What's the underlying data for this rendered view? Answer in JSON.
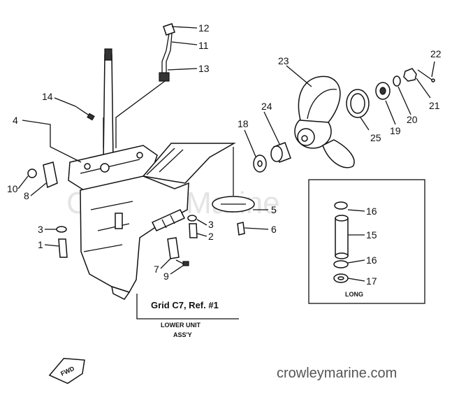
{
  "callouts": [
    {
      "id": "12",
      "label": "12"
    },
    {
      "id": "11",
      "label": "11"
    },
    {
      "id": "13",
      "label": "13"
    },
    {
      "id": "14",
      "label": "14"
    },
    {
      "id": "4",
      "label": "4"
    },
    {
      "id": "10",
      "label": "10"
    },
    {
      "id": "8",
      "label": "8"
    },
    {
      "id": "3a",
      "label": "3"
    },
    {
      "id": "1",
      "label": "1"
    },
    {
      "id": "3b",
      "label": "3"
    },
    {
      "id": "2",
      "label": "2"
    },
    {
      "id": "7",
      "label": "7"
    },
    {
      "id": "9",
      "label": "9"
    },
    {
      "id": "18",
      "label": "18"
    },
    {
      "id": "24",
      "label": "24"
    },
    {
      "id": "23",
      "label": "23"
    },
    {
      "id": "25",
      "label": "25"
    },
    {
      "id": "19",
      "label": "19"
    },
    {
      "id": "20",
      "label": "20"
    },
    {
      "id": "21",
      "label": "21"
    },
    {
      "id": "22",
      "label": "22"
    },
    {
      "id": "5",
      "label": "5"
    },
    {
      "id": "6",
      "label": "6"
    },
    {
      "id": "16a",
      "label": "16"
    },
    {
      "id": "15",
      "label": "15"
    },
    {
      "id": "16b",
      "label": "16"
    },
    {
      "id": "17",
      "label": "17"
    }
  ],
  "inset_label": "LONG",
  "reference": {
    "line1": "Grid C7, Ref. #1",
    "line2": "LOWER UNIT",
    "line3": "ASS'Y"
  },
  "fwd_label": "FWD",
  "watermark": "Crowley Marine",
  "site": "crowleymarine.com"
}
